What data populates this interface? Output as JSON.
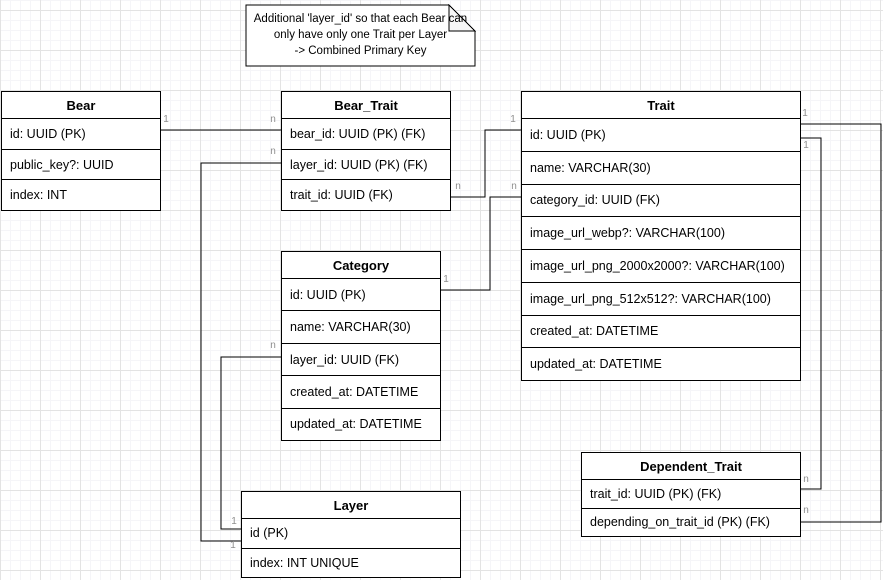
{
  "note": {
    "lines": [
      "Additional 'layer_id' so that each Bear can",
      "only have only one Trait per Layer",
      "-> Combined Primary Key"
    ]
  },
  "entities": {
    "bear": {
      "title": "Bear",
      "rows": [
        "id: UUID (PK)",
        "public_key?: UUID",
        "index: INT"
      ]
    },
    "bear_trait": {
      "title": "Bear_Trait",
      "rows": [
        "bear_id: UUID (PK) (FK)",
        "layer_id: UUID (PK) (FK)",
        "trait_id: UUID (FK)"
      ]
    },
    "trait": {
      "title": "Trait",
      "rows": [
        "id: UUID (PK)",
        "name: VARCHAR(30)",
        "category_id: UUID (FK)",
        "image_url_webp?: VARCHAR(100)",
        "image_url_png_2000x2000?: VARCHAR(100)",
        "image_url_png_512x512?: VARCHAR(100)",
        "created_at: DATETIME",
        "updated_at: DATETIME"
      ]
    },
    "category": {
      "title": "Category",
      "rows": [
        "id: UUID (PK)",
        "name: VARCHAR(30)",
        "layer_id: UUID (FK)",
        "created_at: DATETIME",
        "updated_at: DATETIME"
      ]
    },
    "layer": {
      "title": "Layer",
      "rows": [
        "id (PK)",
        "index: INT UNIQUE"
      ]
    },
    "dependent_trait": {
      "title": "Dependent_Trait",
      "rows": [
        "trait_id: UUID (PK) (FK)",
        "depending_on_trait_id (PK) (FK)"
      ]
    }
  },
  "edges": [
    {
      "from": "Bear.id",
      "to": "Bear_Trait.bear_id",
      "from_label": "1",
      "to_label": "n"
    },
    {
      "from": "Bear_Trait.layer_id",
      "to": "Layer.id",
      "from_label": "n",
      "to_label": "1"
    },
    {
      "from": "Bear_Trait.trait_id",
      "to": "Trait.id",
      "from_label": "n",
      "to_label": "1"
    },
    {
      "from": "Category.id",
      "to": "Trait.category_id",
      "from_label": "1",
      "to_label": "n"
    },
    {
      "from": "Category.layer_id",
      "to": "Layer.id",
      "from_label": "n",
      "to_label": "1"
    },
    {
      "from": "Trait.id",
      "to": "Dependent_Trait.trait_id",
      "from_label": "1",
      "to_label": "n"
    },
    {
      "from": "Trait.id",
      "to": "Dependent_Trait.depending_on_trait_id",
      "from_label": "1",
      "to_label": "n"
    }
  ],
  "colors": {
    "line": "#000000",
    "multiplicity_label": "#8f8f8f",
    "table_fill": "#ffffff",
    "grid_major": "#e3e3e3",
    "grid_minor": "#f5f5f8"
  }
}
